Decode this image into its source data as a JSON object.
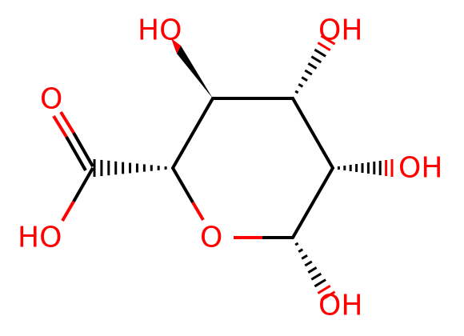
{
  "molecule": {
    "atom_color": "#ff0000",
    "bond_color": "#000000",
    "labels": {
      "oh_top_left": "HO",
      "oh_top_right": "OH",
      "oh_right": "OH",
      "oh_bottom": "OH",
      "carbonyl_o": "O",
      "acid_oh": "HO",
      "ring_o": "O"
    }
  }
}
